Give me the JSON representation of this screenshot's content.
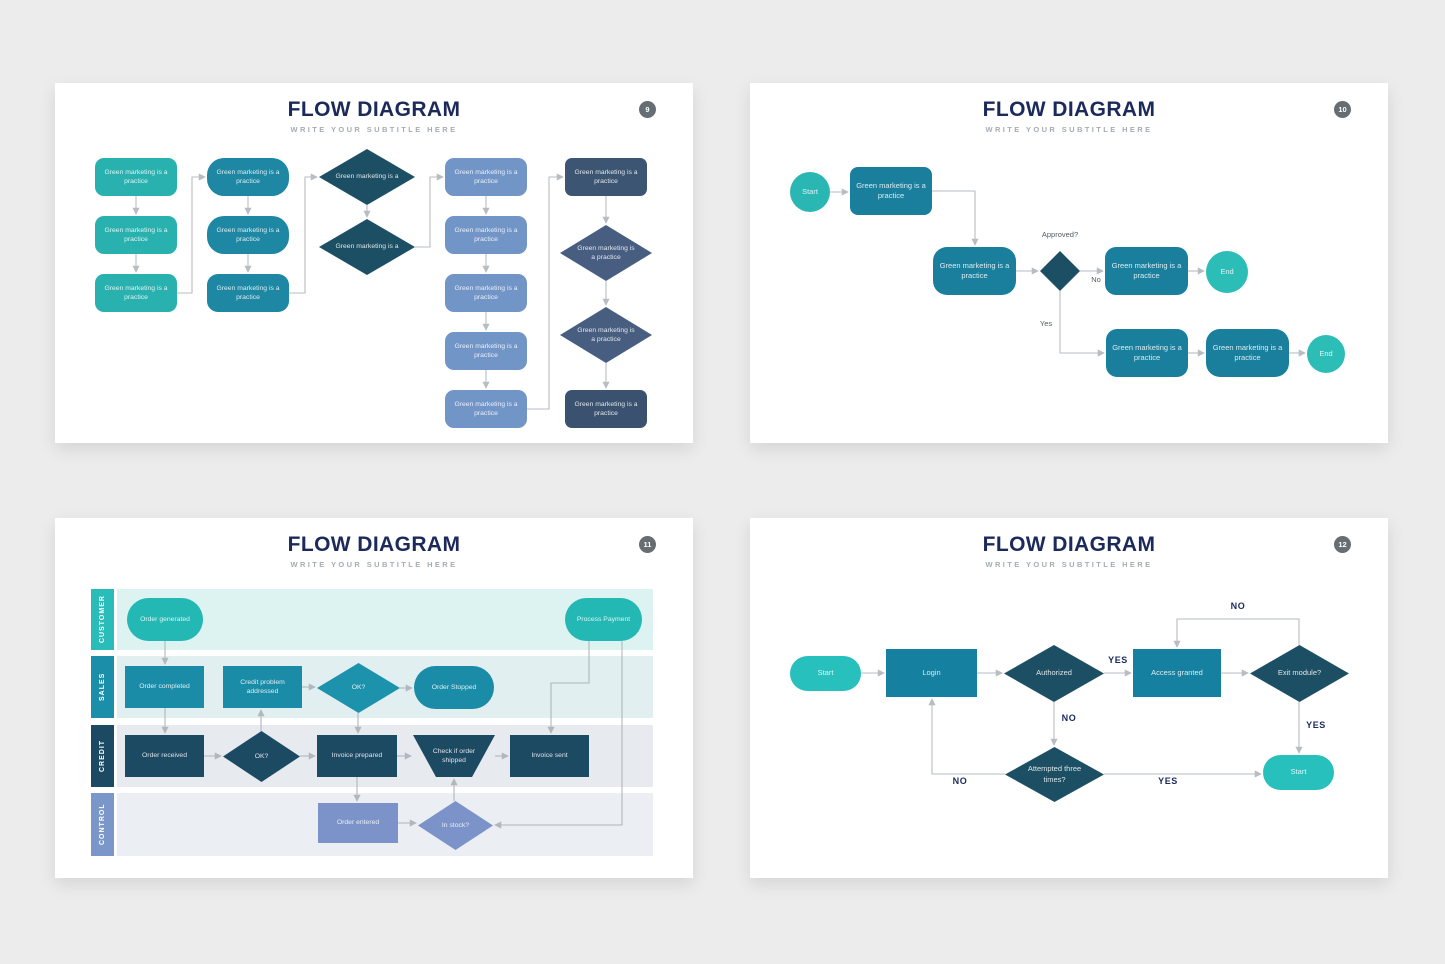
{
  "page": {
    "background": "#ececec"
  },
  "colors": {
    "title_navy": "#1b2a5b",
    "subtitle_gray": "#a6acb2",
    "badge_gray": "#666d73",
    "wire_gray": "#b7bdc3",
    "turquoise": "#2ab7b4",
    "bright_turquoise": "#27c0bc",
    "teal": "#1a7f9e",
    "teal_light": "#1b8ca8",
    "petrol_navy": "#1d4f64",
    "dark_navy": "#1d4a63",
    "periwinkle": "#7295c7",
    "periwinkle_light": "#7b93c8",
    "slate_rect": "#3c5573",
    "slate_diamond": "#475e81",
    "lane_customer_bg": "#ddf3f1",
    "lane_sales_bg": "#e2eff1",
    "lane_credit_bg": "#e7ebf0",
    "lane_control_bg": "#ebeef3"
  },
  "slide9": {
    "title": "FLOW DIAGRAM",
    "subtitle": "WRITE YOUR SUBTITLE HERE",
    "badge": "9",
    "col1": [
      "Green marketing is a practice",
      "Green marketing is a practice",
      "Green marketing is a practice"
    ],
    "col2": [
      "Green marketing is a practice",
      "Green marketing is a practice",
      "Green marketing is a practice"
    ],
    "decisions": [
      "Green marketing is a",
      "Green marketing is a"
    ],
    "col4": [
      "Green marketing is a practice",
      "Green marketing is a practice",
      "Green marketing is a practice",
      "Green marketing is a practice",
      "Green marketing is a practice"
    ],
    "col5": {
      "top": "Green marketing is a practice",
      "d1": "Green marketing is a practice",
      "d2": "Green marketing is a practice",
      "bottom": "Green marketing is a practice"
    }
  },
  "slide10": {
    "title": "FLOW DIAGRAM",
    "subtitle": "WRITE YOUR SUBTITLE HERE",
    "badge": "10",
    "start": "Start",
    "steps": [
      "Green marketing is a practice",
      "Green marketing is a practice",
      "Green marketing is a practice",
      "Green marketing is a practice",
      "Green marketing is a practice"
    ],
    "decision": "Approved?",
    "no": "No",
    "yes": "Yes",
    "end1": "End",
    "end2": "End"
  },
  "slide11": {
    "title": "FLOW DIAGRAM",
    "subtitle": "WRITE YOUR SUBTITLE HERE",
    "badge": "11",
    "lanes": [
      "CUSTOMER",
      "SALES",
      "CREDIT",
      "CONTROL"
    ],
    "order_generated": "Order generated",
    "process_payment": "Process Payment",
    "order_completed": "Order completed",
    "credit_problem": "Credit problem addressed",
    "ok_sales": "OK?",
    "order_stopped": "Order Stopped",
    "order_received": "Order received",
    "ok_credit": "OK?",
    "invoice_prepared": "Invoice prepared",
    "check_shipped": "Check if order shipped",
    "invoice_sent": "Invoice sent",
    "order_entered": "Order entered",
    "in_stock": "In stock?"
  },
  "slide12": {
    "title": "FLOW DIAGRAM",
    "subtitle": "WRITE YOUR SUBTITLE HERE",
    "badge": "12",
    "start": "Start",
    "login": "Login",
    "authorized": "Authorized",
    "yes1": "YES",
    "access_granted": "Access granted",
    "exit_module": "Exit module?",
    "no_top": "NO",
    "yes_right": "YES",
    "no_mid": "NO",
    "attempted": "Attempted three times?",
    "no_left": "NO",
    "yes_bottom": "YES",
    "restart": "Start"
  }
}
